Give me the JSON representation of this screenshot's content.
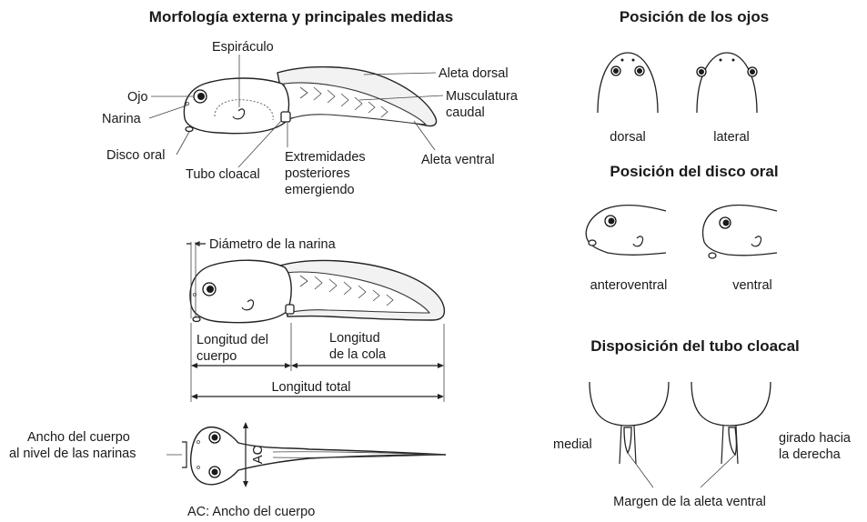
{
  "titles": {
    "morphology": "Morfología externa y principales medidas",
    "eyes": "Posición de los ojos",
    "oral_disc": "Posición del disco oral",
    "cloacal_tube": "Disposición del tubo cloacal"
  },
  "morphology_labels": {
    "espiraculo": "Espiráculo",
    "ojo": "Ojo",
    "narina": "Narina",
    "disco_oral": "Disco oral",
    "tubo_cloacal": "Tubo cloacal",
    "extremidades_1": "Extremidades",
    "extremidades_2": "posteriores",
    "extremidades_3": "emergiendo",
    "aleta_dorsal": "Aleta dorsal",
    "musculatura_1": "Musculatura",
    "musculatura_2": "caudal",
    "aleta_ventral": "Aleta ventral"
  },
  "measure_labels": {
    "diametro_narina": "Diámetro de la narina",
    "long_cuerpo_1": "Longitud del",
    "long_cuerpo_2": "cuerpo",
    "long_cola_1": "Longitud",
    "long_cola_2": "de la cola",
    "long_total": "Longitud total",
    "ancho_narinas_1": "Ancho del cuerpo",
    "ancho_narinas_2": "al nivel de las narinas",
    "ac": "AC",
    "ac_caption": "AC: Ancho del cuerpo"
  },
  "eyes_labels": {
    "dorsal": "dorsal",
    "lateral": "lateral"
  },
  "oral_labels": {
    "anteroventral": "anteroventral",
    "ventral": "ventral"
  },
  "cloacal_labels": {
    "medial": "medial",
    "girado_1": "girado hacia",
    "girado_2": "la derecha",
    "margen": "Margen de la aleta ventral"
  }
}
